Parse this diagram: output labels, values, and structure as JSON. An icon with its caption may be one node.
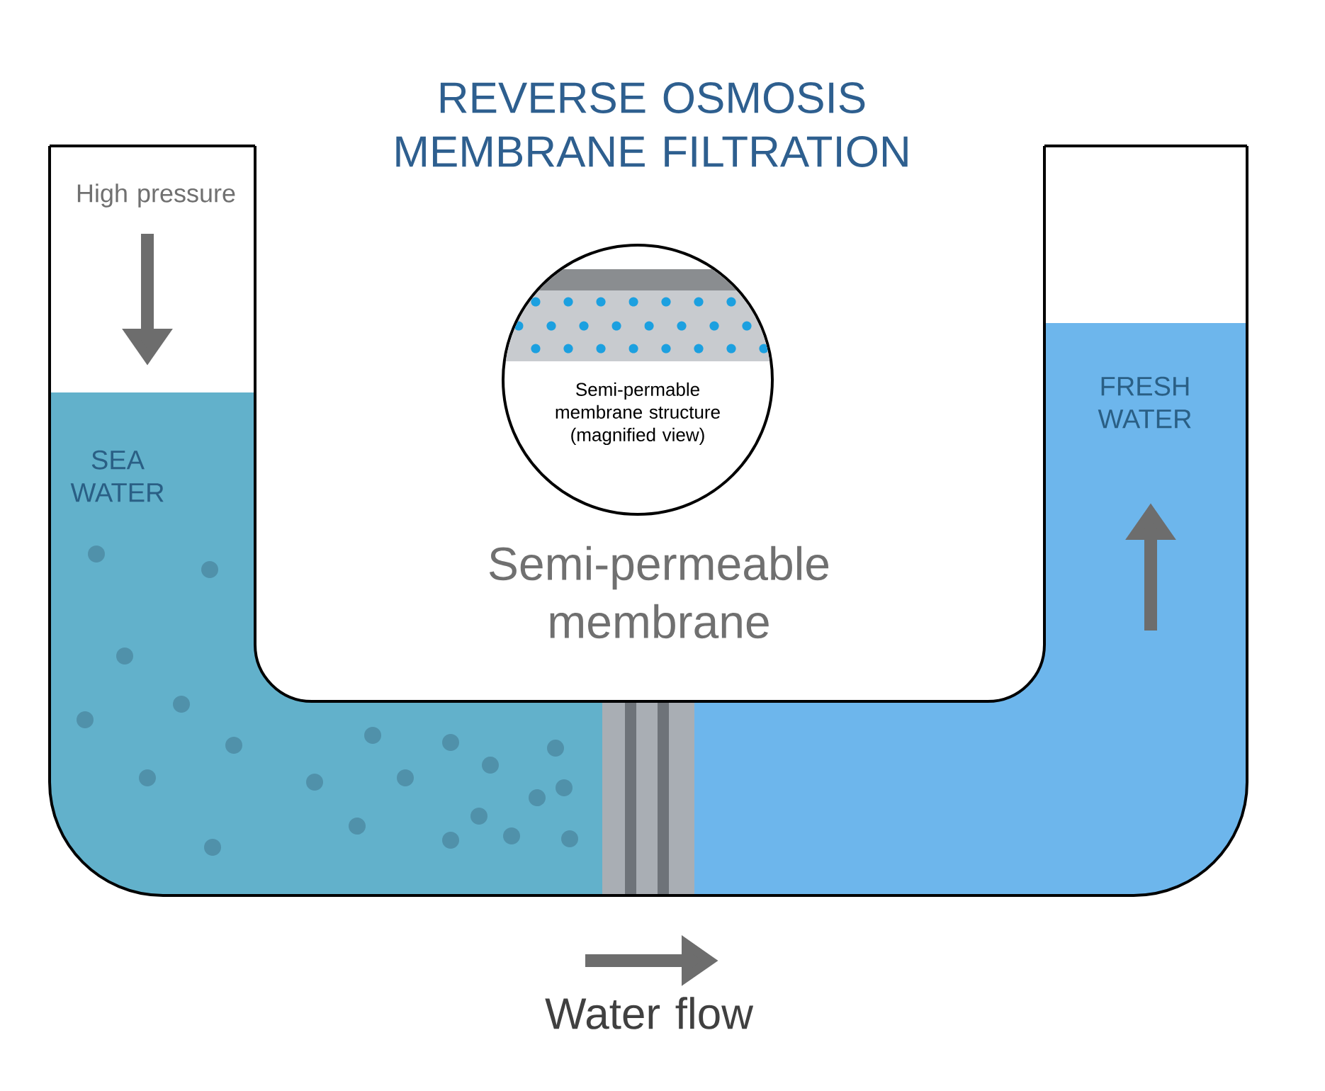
{
  "diagram": {
    "title": "REVERSE OSMOSIS MEMBRANE FILTRATION",
    "nodes": [
      {
        "text": [
          "Semi-permable membrane structure (magnified view)"
        ]
      }
    ],
    "labels": [
      "High pressure",
      "SEA WATER",
      "FRESH WATER",
      "Semi-permeable membrane",
      "Water flow"
    ]
  }
}
